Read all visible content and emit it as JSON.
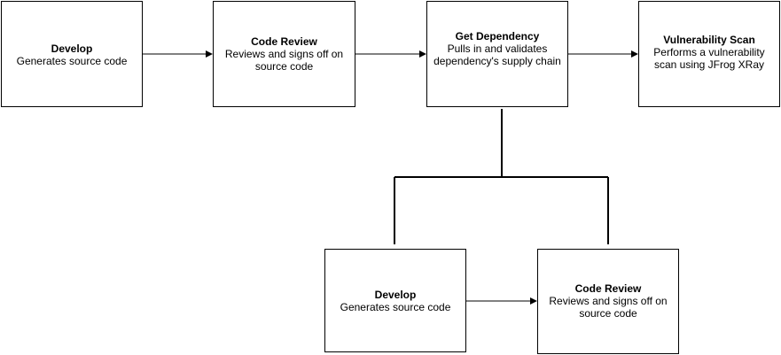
{
  "nodes": {
    "develop_top": {
      "title": "Develop",
      "desc": "Generates source code"
    },
    "code_review_top": {
      "title": "Code Review",
      "desc": "Reviews and signs off on source code"
    },
    "get_dependency": {
      "title": "Get Dependency",
      "desc": "Pulls in and validates dependency's supply chain"
    },
    "vulnerability_scan": {
      "title": "Vulnerability Scan",
      "desc": "Performs a vulnerability scan using JFrog XRay"
    },
    "develop_sub": {
      "title": "Develop",
      "desc": "Generates source code"
    },
    "code_review_sub": {
      "title": "Code Review",
      "desc": "Reviews and signs off on source code"
    }
  },
  "colors": {
    "stroke": "#000000",
    "fill": "#ffffff",
    "text": "#000000"
  }
}
